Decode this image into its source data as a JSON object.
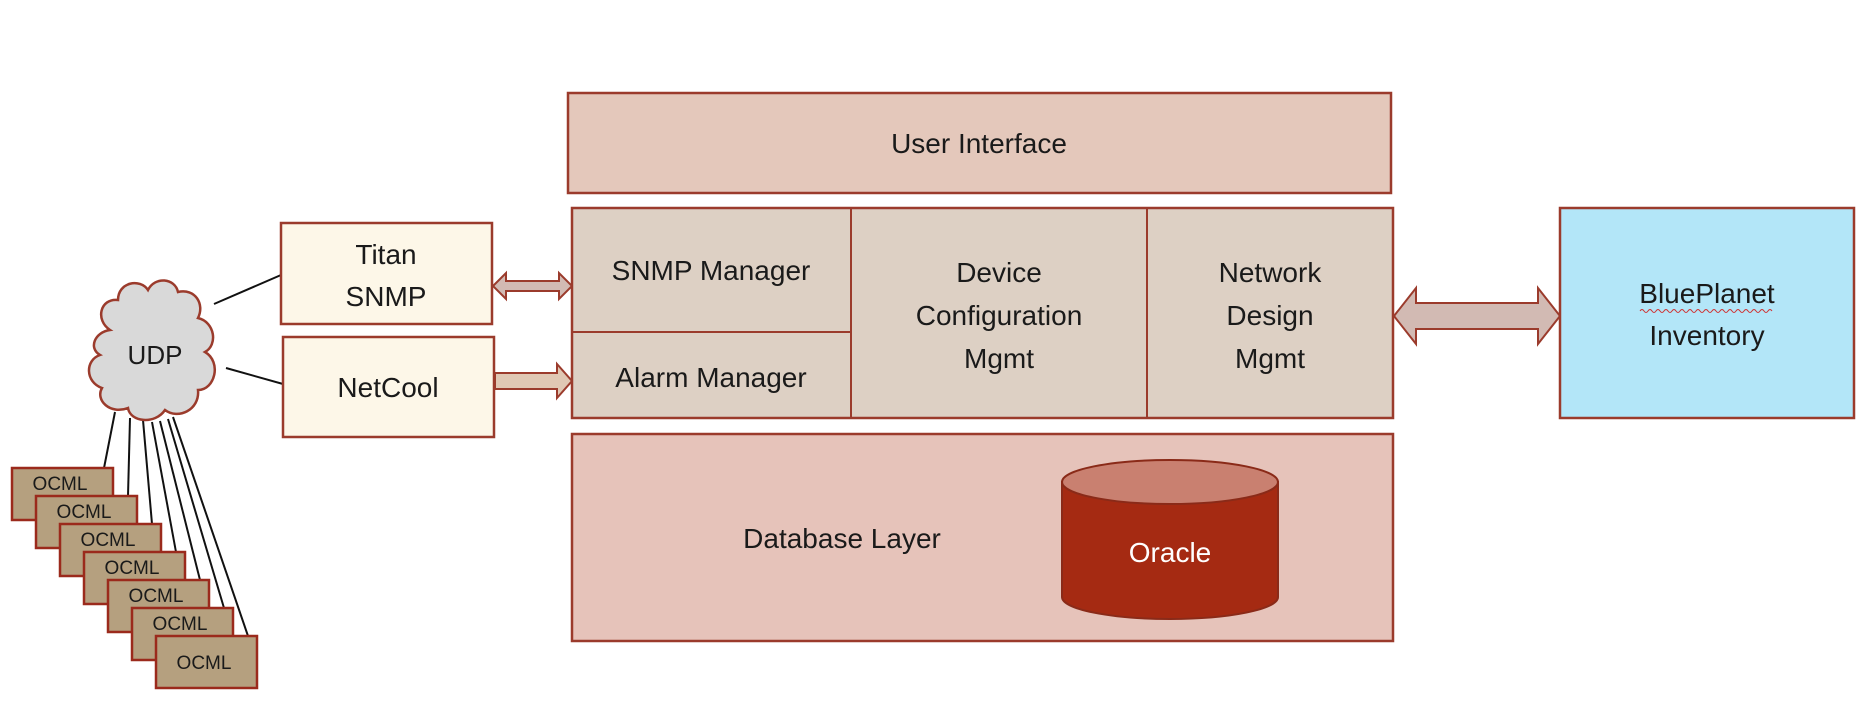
{
  "colors": {
    "border": "#9b3b2c",
    "ui_fill": "#e4c8bb",
    "module_fill": "#ddd0c4",
    "db_fill": "#e6c3ba",
    "source_fill": "#fdf7e8",
    "cloud_fill": "#d9d9d9",
    "ocml_fill": "#b5a07f",
    "inventory_fill": "#b3e6f8",
    "oracle_fill": "#a52a12",
    "oracle_top": "#c98070",
    "arrow_fill": "#d2bab3"
  },
  "cloud": {
    "label": "UDP"
  },
  "ocml": {
    "labels": [
      "OCML",
      "OCML",
      "OCML",
      "OCML",
      "OCML",
      "OCML",
      "OCML"
    ]
  },
  "sources": {
    "titan": {
      "line1": "Titan",
      "line2": "SNMP"
    },
    "netcool": {
      "label": "NetCool"
    }
  },
  "layers": {
    "user_interface": "User Interface",
    "snmp_manager": "SNMP Manager",
    "alarm_manager": "Alarm Manager",
    "device_config": {
      "line1": "Device",
      "line2": "Configuration",
      "line3": "Mgmt"
    },
    "network_design": {
      "line1": "Network",
      "line2": "Design",
      "line3": "Mgmt"
    },
    "database": "Database Layer",
    "oracle": "Oracle"
  },
  "inventory": {
    "line1": "BluePlanet",
    "line2": "Inventory"
  }
}
